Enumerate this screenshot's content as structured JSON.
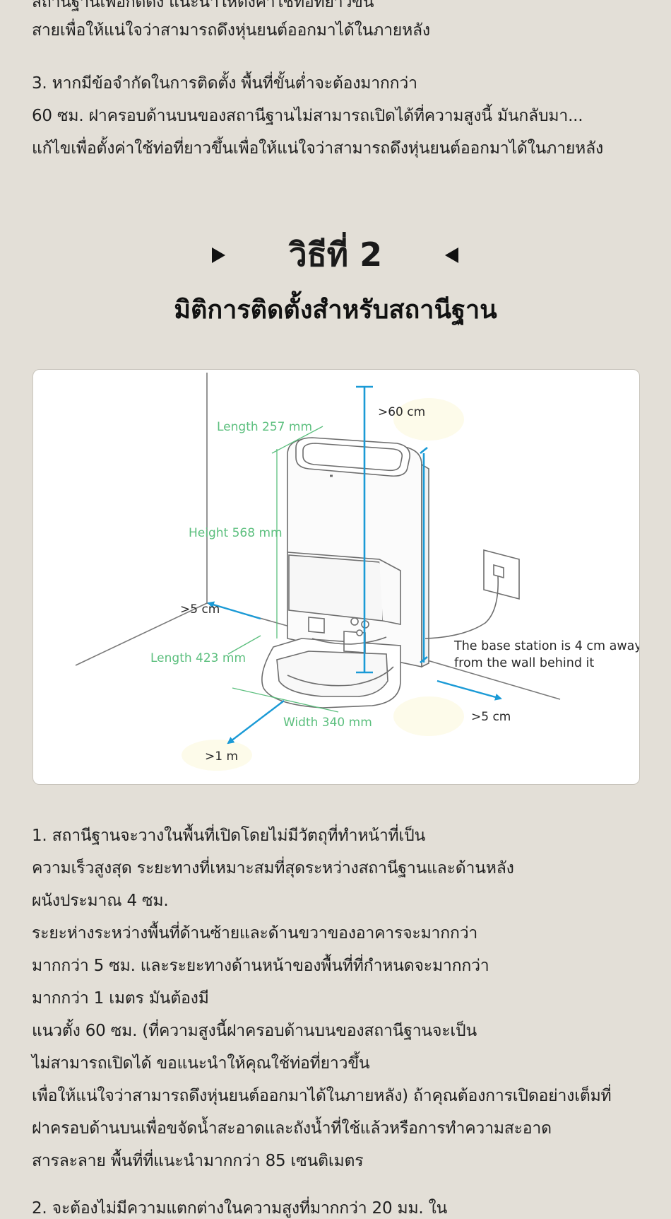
{
  "top_paragraph": {
    "lines": [
      "สถานีฐานเพื่อกดดึง แนะนำให้ตั้งค่าใช้ท่อที่ยาวขึ้น",
      "สายเพื่อให้แน่ใจว่าสามารถดึงหุ่นยนต์ออกมาได้ในภายหลัง"
    ]
  },
  "note_3": {
    "lines": [
      "3. หากมีข้อจำกัดในการติดตั้ง พื้นที่ขั้นต่ำจะต้องมากกว่า",
      "60 ซม. ฝาครอบด้านบนของสถานีฐานไม่สามารถเปิดได้ที่ความสูงนี้ มันกลับมา...",
      "แก้ไขเพื่อตั้งค่าใช้ท่อที่ยาวขึ้นเพื่อให้แน่ใจว่าสามารถดึงหุ่นยนต์ออกมาได้ในภายหลัง"
    ]
  },
  "method": {
    "title": "วิธีที่ 2",
    "subtitle": "มิติการติดตั้งสำหรับสถานีฐาน"
  },
  "diagram": {
    "labels": {
      "length_top": "Length 257 mm",
      "height": "Height 568 mm",
      "clearance_top": ">60 cm",
      "side_left": ">5 cm",
      "length_base": "Length 423 mm",
      "width": "Width 340 mm",
      "front": ">1 m",
      "side_right": ">5 cm",
      "wall_note_line1": "The base station is 4 cm away",
      "wall_note_line2": "from the wall behind it"
    },
    "colors": {
      "dimension_green": "#5cbf7e",
      "arrow_blue": "#1a9ad6",
      "line_gray": "#7a7a7a"
    }
  },
  "note_1": {
    "lines": [
      "1. สถานีฐานจะวางในพื้นที่เปิดโดยไม่มีวัตถุที่ทำหน้าที่เป็น",
      "ความเร็วสูงสุด ระยะทางที่เหมาะสมที่สุดระหว่างสถานีฐานและด้านหลัง",
      "ผนังประมาณ 4 ซม.",
      "ระยะห่างระหว่างพื้นที่ด้านซ้ายและด้านขวาของอาคารจะมากกว่า",
      "มากกว่า 5 ซม. และระยะทางด้านหน้าของพื้นที่ที่กำหนดจะมากกว่า",
      "มากกว่า 1 เมตร มันต้องมี",
      "แนวตั้ง 60 ซม. (ที่ความสูงนี้ฝาครอบด้านบนของสถานีฐานจะเป็น",
      "ไม่สามารถเปิดได้ ขอแนะนำให้คุณใช้ท่อที่ยาวขึ้น",
      "เพื่อให้แน่ใจว่าสามารถดึงหุ่นยนต์ออกมาได้ในภายหลัง) ถ้าคุณต้องการเปิดอย่างเต็มที่",
      "ฝาครอบด้านบนเพื่อขจัดน้ำสะอาดและถังน้ำที่ใช้แล้วหรือการทำความสะอาด",
      "สารละลาย พื้นที่ที่แนะนำมากกว่า 85 เซนติเมตร"
    ]
  },
  "note_2": {
    "lines": [
      "2. จะต้องไม่มีความแตกต่างในความสูงที่มากกว่า 20 มม. ใน"
    ]
  }
}
